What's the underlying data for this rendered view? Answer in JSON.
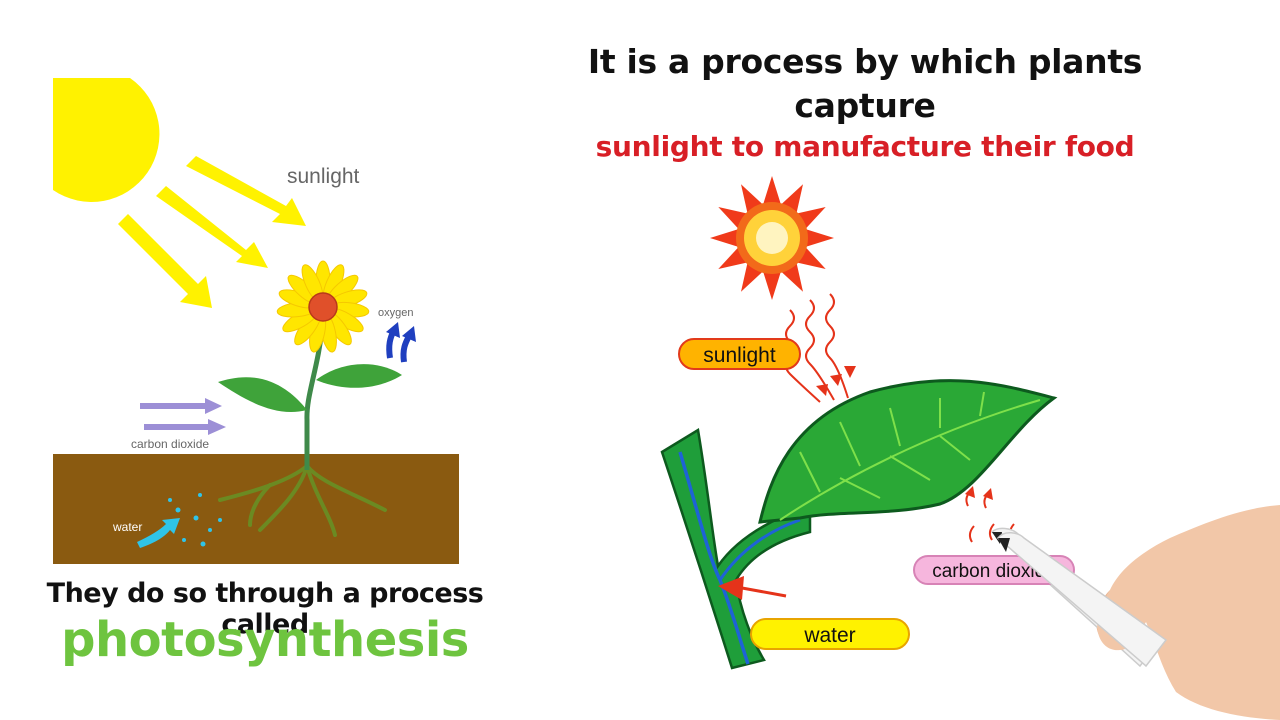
{
  "headline": {
    "line1": "It is a process by which plants capture",
    "line2": "sunlight to manufacture their food"
  },
  "left_diagram": {
    "labels": {
      "sunlight": "sunlight",
      "oxygen": "oxygen",
      "carbon_dioxide": "carbon dioxide",
      "water": "water"
    }
  },
  "right_diagram": {
    "labels": {
      "sunlight": "sunlight",
      "water": "water",
      "carbon_dioxide": "carbon dioxide"
    }
  },
  "caption": {
    "text": "They do so through a process called",
    "term": "photosynthesis"
  },
  "colors": {
    "sun_yellow": "#fff200",
    "soil": "#8a5a10",
    "leaf_green": "#28a745",
    "headline_red": "#d81f26",
    "term_green": "#6ec43f",
    "pill_orange": "#ffb300",
    "pill_yellow": "#fff200",
    "pill_pink": "#f6b6dd"
  }
}
